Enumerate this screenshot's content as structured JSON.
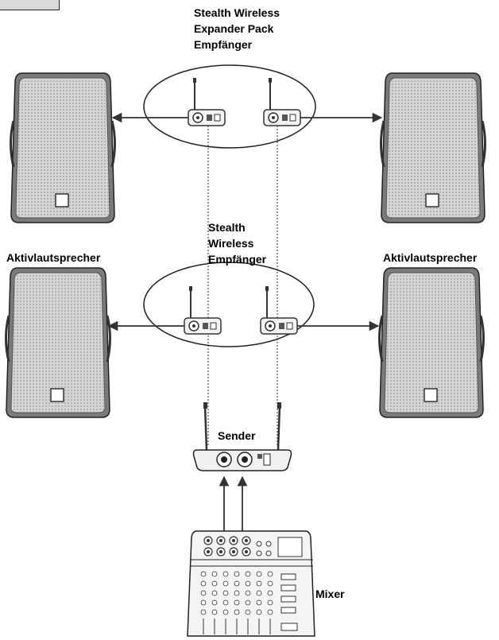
{
  "labels": {
    "expander_line1": "Stealth Wireless",
    "expander_line2": "Expander Pack",
    "expander_line3": "Empfänger",
    "receiver_line1": "Stealth",
    "receiver_line2": "Wireless",
    "receiver_line3": "Empfänger",
    "speaker_left": "Aktivlautsprecher",
    "speaker_right": "Aktivlautsprecher",
    "sender": "Sender",
    "mixer": "Mixer"
  }
}
